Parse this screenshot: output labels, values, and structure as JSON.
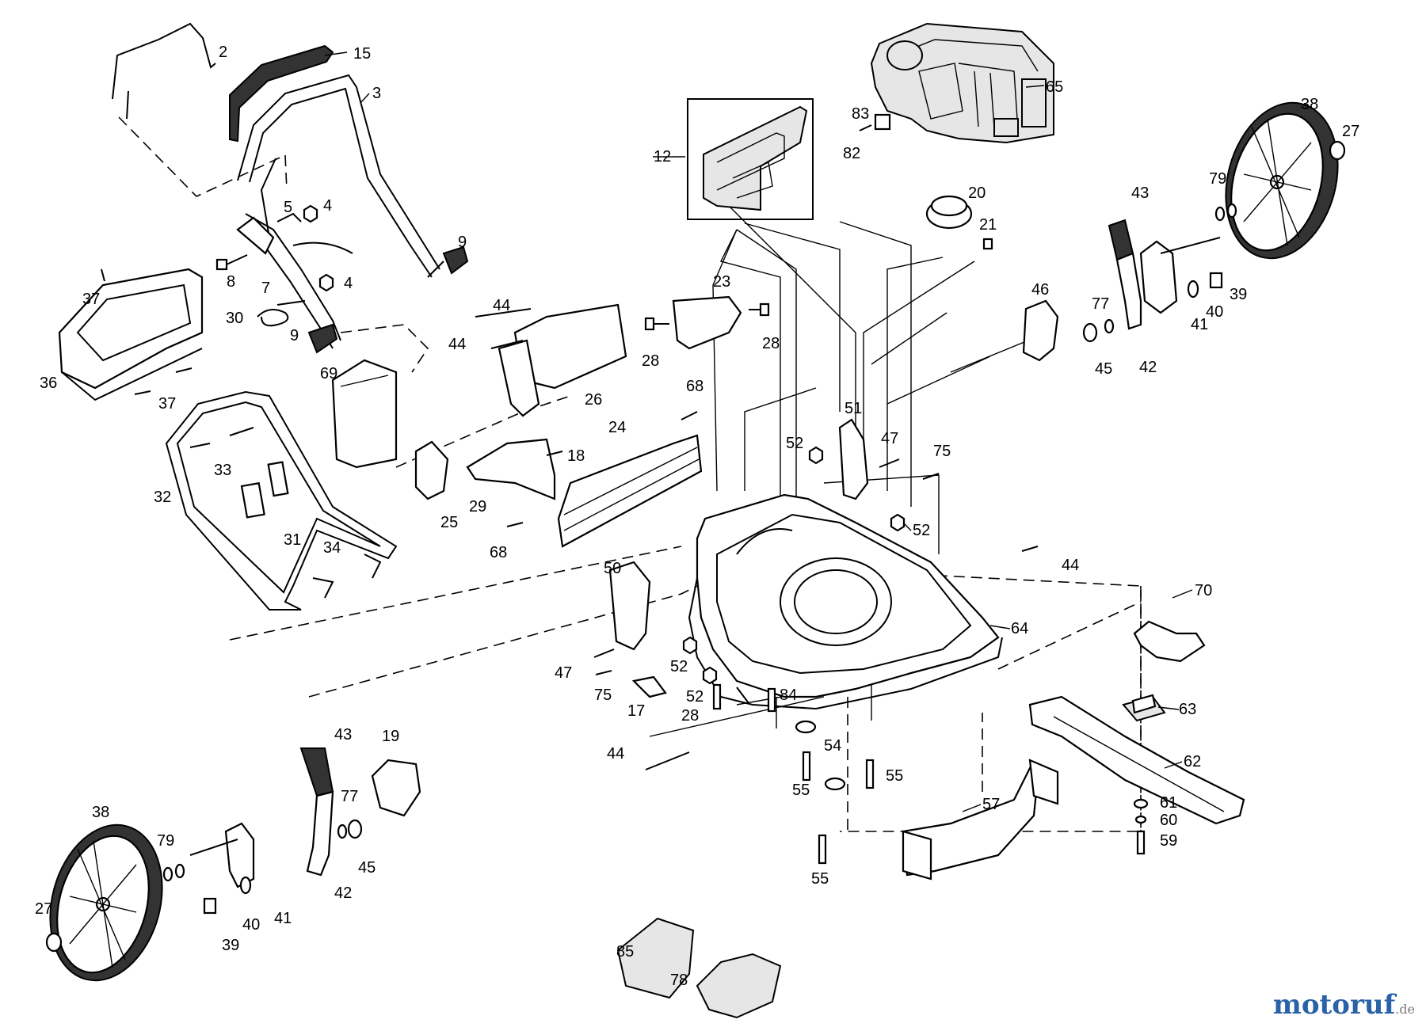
{
  "watermark": {
    "brand": "motoruf",
    "suffix": ".de",
    "color": "#2a62a8"
  },
  "callouts": [
    "2",
    "15",
    "3",
    "5",
    "4",
    "8",
    "7",
    "4",
    "9",
    "9",
    "30",
    "69",
    "37",
    "36",
    "37",
    "32",
    "33",
    "31",
    "34",
    "44",
    "44",
    "26",
    "28",
    "23",
    "28",
    "25",
    "29",
    "18",
    "24",
    "68",
    "68",
    "12",
    "83",
    "82",
    "65",
    "20",
    "21",
    "38",
    "27",
    "43",
    "79",
    "41",
    "40",
    "39",
    "77",
    "45",
    "42",
    "46",
    "51",
    "47",
    "75",
    "52",
    "52",
    "50",
    "47",
    "75",
    "17",
    "52",
    "52",
    "28",
    "84",
    "64",
    "44",
    "70",
    "63",
    "62",
    "61",
    "60",
    "59",
    "54",
    "55",
    "55",
    "55",
    "57",
    "44",
    "19",
    "43",
    "77",
    "45",
    "42",
    "38",
    "79",
    "27",
    "39",
    "40",
    "41",
    "85",
    "78"
  ]
}
